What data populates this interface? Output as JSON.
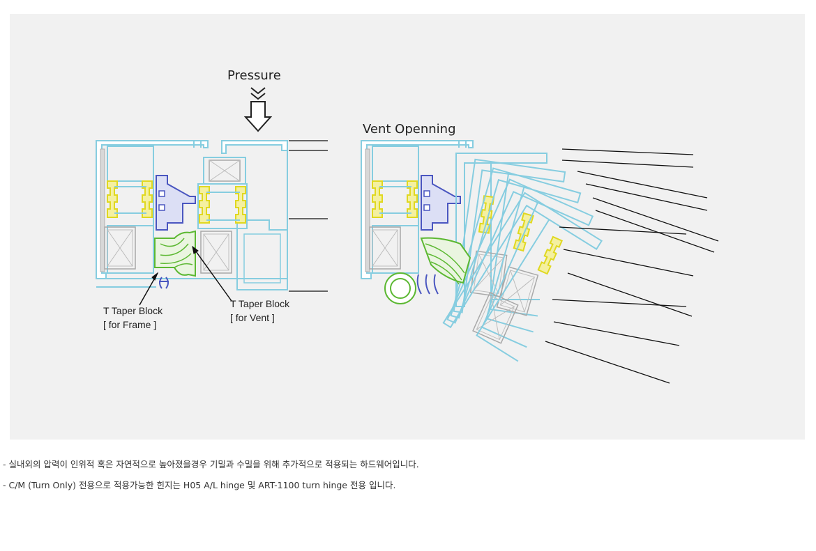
{
  "diagram": {
    "left_panel": {
      "pressure_label": "Pressure",
      "frame_block_label": "T Taper Block",
      "frame_block_sub": "[ for Frame ]",
      "vent_block_label": "T Taper Block",
      "vent_block_sub": "[ for Vent ]"
    },
    "right_panel": {
      "title": "Vent Openning"
    },
    "colors": {
      "profile": "#86cde0",
      "thermal_break": "#e8e030",
      "block": "#4a56c0",
      "gasket": "#5cb832",
      "glass_hatch": "#b8b8b8",
      "leader": "#111111"
    }
  },
  "notes": [
    "- 실내외의 압력이 인위적 혹은 자연적으로 높아졌을경우 기밀과 수밀을 위해 추가적으로 적용되는 하드웨어입니다.",
    "- C/M (Turn Only) 전용으로 적용가능한 힌지는 H05 A/L hinge 및 ART-1100 turn hinge 전용 입니다."
  ]
}
